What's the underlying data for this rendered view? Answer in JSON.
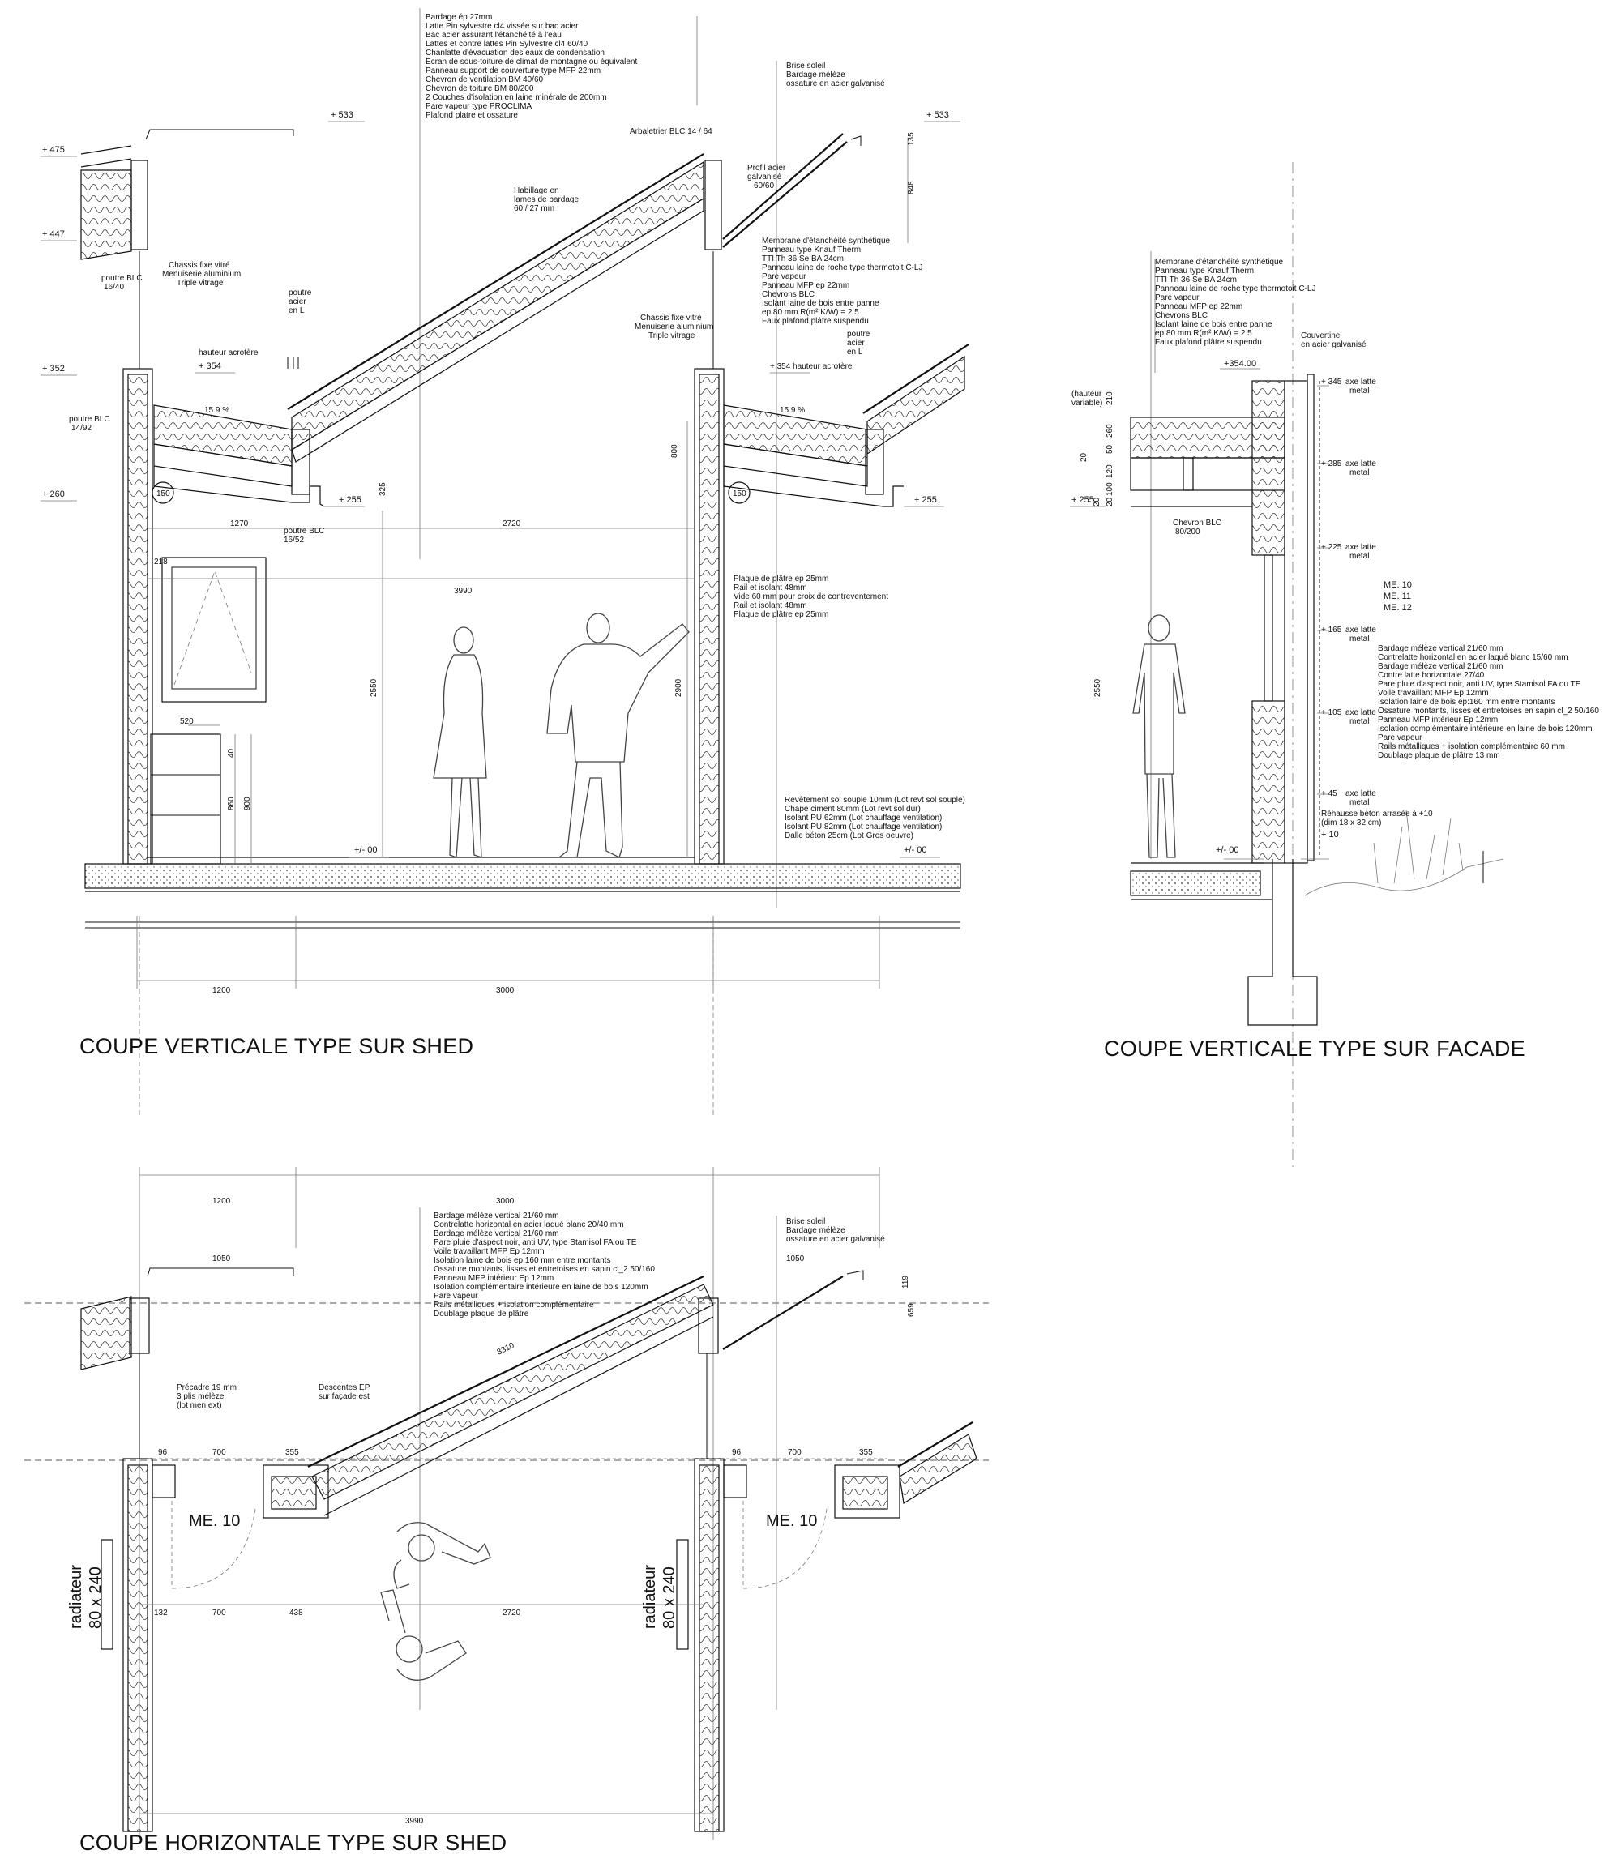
{
  "titles": {
    "shed_vertical": "COUPE VERTICALE TYPE SUR SHED",
    "facade_vertical": "COUPE VERTICALE TYPE SUR FACADE",
    "shed_horizontal": "COUPE HORIZONTALE TYPE SUR SHED"
  },
  "section1": {
    "roof_notes": [
      "Bardage ép 27mm",
      "Latte Pin sylvestre cl4 vissée sur bac acier",
      "Bac acier assurant l'étanchéité à l'eau",
      "Lattes et contre lattes Pin Sylvestre cl4 60/40",
      "Chanlatte d'évacuation des eaux de condensation",
      "Ecran de sous-toiture de climat de montagne ou équivalent",
      "Panneau support de couverture type MFP 22mm",
      "Chevron de ventilation BM 40/60",
      "Chevron de toiture BM 80/200",
      "2 Couches d'isolation en laine minérale de 200mm",
      "Pare vapeur type PROCLIMA",
      "Plafond platre et ossature"
    ],
    "brise_soleil": [
      "Brise soleil",
      "Bardage mélèze",
      "ossature en acier galvanisé"
    ],
    "arbaletrier": "Arbaletrier BLC 14 / 64",
    "profil_acier": [
      "Profil acier",
      "galvanisé",
      "60/60"
    ],
    "habillage": [
      "Habillage en",
      "lames de bardage",
      "60 / 27 mm"
    ],
    "membrane_notes": [
      "Membrane d'étanchéité synthétique",
      "Panneau type Knauf Therm",
      "TTI Th 36 Se BA 24cm",
      "Panneau laine de roche type thermotoit C-LJ",
      "Pare vapeur",
      "Panneau MFP ep 22mm",
      "Chevrons BLC",
      "Isolant laine de bois entre panne",
      "ep 80 mm R(m².K/W) = 2.5",
      "Faux plafond plâtre suspendu"
    ],
    "chassis_left": [
      "Chassis fixe vitré",
      "Menuiserie aluminium",
      "Triple vitrage"
    ],
    "chassis_right": [
      "Chassis fixe vitré",
      "Menuiserie aluminium",
      "Triple vitrage"
    ],
    "poutre_blc_1640": [
      "poutre BLC",
      "16/40"
    ],
    "poutre_acier_1": [
      "poutre",
      "acier",
      "en L"
    ],
    "poutre_acier_2": [
      "poutre",
      "acier",
      "en L"
    ],
    "hauteur_acrotere_1": "hauteur acrotère",
    "hauteur_acrotere_2": "+ 354 hauteur acrotère",
    "poutre_blc_1492": [
      "poutre BLC",
      "14/92"
    ],
    "poutre_blc_1652": [
      "poutre BLC",
      "16/52"
    ],
    "plaque_notes": [
      "Plaque de plâtre ep 25mm",
      "Rail et isolant 48mm",
      "Vide 60 mm pour croix de contreventement",
      "Rail et isolant 48mm",
      "Plaque de plâtre ep 25mm"
    ],
    "sol_notes": [
      "Revêtement sol souple 10mm (Lot revt sol souple)",
      "Chape ciment 80mm (Lot revt sol dur)",
      "Isolant PU 62mm (Lot chauffage ventilation)",
      "Isolant PU 82mm (Lot chauffage ventilation)",
      "Dalle béton 25cm (Lot Gros oeuvre)"
    ],
    "levels": [
      "+ 475",
      "+ 447",
      "+ 352",
      "+ 260",
      "+ 533",
      "+ 533",
      "+ 354",
      "+ 255",
      "+ 255",
      "+/- 00",
      "+/- 00"
    ],
    "slope": [
      "15.9 %",
      "15.9 %"
    ],
    "markers": [
      "150",
      "150"
    ],
    "dims": [
      "1270",
      "2720",
      "3990",
      "2550",
      "2900",
      "520",
      "900",
      "860",
      "40",
      "218",
      "325",
      "800",
      "848",
      "135",
      "1200",
      "3000"
    ]
  },
  "section2": {
    "notes_top": [
      "Membrane d'étanchéité synthétique",
      "Panneau type Knauf Therm",
      "TTI Th 36 Se BA 24cm",
      "Panneau laine de roche type thermotoit C-LJ",
      "Pare vapeur",
      "Panneau MFP ep 22mm",
      "Chevrons BLC",
      "Isolant laine de bois entre panne",
      "ep 80 mm R(m².K/W) = 2.5",
      "Faux plafond plâtre suspendu"
    ],
    "level_top": "+354.00",
    "couvertine": [
      "Couvertine",
      "en acier galvanisé"
    ],
    "hauteur_variable": [
      "(hauteur",
      "variable)"
    ],
    "chevron": [
      "Chevron BLC",
      "80/200"
    ],
    "me_codes": [
      "ME. 10",
      "ME. 11",
      "ME. 12"
    ],
    "axes": [
      "+ 345",
      "+ 285",
      "+ 225",
      "+ 165",
      "+ 105",
      "+ 45"
    ],
    "axe_label": [
      "axe latte",
      "metal"
    ],
    "wall_notes": [
      "Bardage mélèze vertical 21/60 mm",
      "Contrelatte horizontal en acier laqué blanc 15/60 mm",
      "Bardage mélèze vertical 21/60 mm",
      "Contre latte horizontale 27/40",
      "Pare pluie d'aspect noir, anti UV, type Stamisol FA ou TE",
      "Voile travaillant MFP Ep 12mm",
      "Isolation laine de bois ep:160 mm entre montants",
      "Ossature montants, lisses et entretoises en sapin cl_2 50/160",
      "Panneau MFP intérieur Ep 12mm",
      "Isolation complémentaire intérieure en laine de bois 120mm",
      "Pare vapeur",
      "Rails métalliques + isolation complémentaire 60 mm",
      "Doublage plaque de plâtre 13 mm"
    ],
    "rehausse": [
      "Réhausse béton arrasée à +10",
      "(dim 18 x 32 cm)",
      "+ 10"
    ],
    "levels": [
      "+ 255",
      "+/- 00"
    ],
    "dims": [
      "210",
      "260",
      "50",
      "20",
      "120",
      "100",
      "20",
      "20",
      "2550"
    ]
  },
  "section3": {
    "notes": [
      "Bardage mélèze vertical 21/60 mm",
      "Contrelatte horizontal en acier laqué blanc 20/40 mm",
      "Bardage mélèze vertical 21/60 mm",
      "Pare pluie d'aspect noir, anti UV, type Stamisol FA ou TE",
      "Voile travaillant MFP Ep 12mm",
      "Isolation laine de bois ep:160 mm entre montants",
      "Ossature montants, lisses et entretoises en sapin cl_2 50/160",
      "Panneau MFP intérieur Ep 12mm",
      "Isolation complémentaire intérieure en laine de bois 120mm",
      "Pare vapeur",
      "Rails métalliques + isolation complémentaire",
      "Doublage plaque de plâtre"
    ],
    "brise_soleil": [
      "Brise soleil",
      "Bardage mélèze",
      "ossature en acier galvanisé"
    ],
    "precadre": [
      "Précadre 19 mm",
      "3 plis mélèze",
      "(lot men ext)"
    ],
    "descentes": [
      "Descentes EP",
      "sur façade est"
    ],
    "me": [
      "ME. 10",
      "ME. 10"
    ],
    "radiateur": [
      "radiateur",
      "80 x 240"
    ],
    "dims": [
      "1200",
      "3000",
      "1050",
      "1050",
      "3310",
      "96",
      "700",
      "355",
      "96",
      "700",
      "355",
      "132",
      "700",
      "438",
      "2720",
      "3990",
      "119",
      "659"
    ]
  }
}
